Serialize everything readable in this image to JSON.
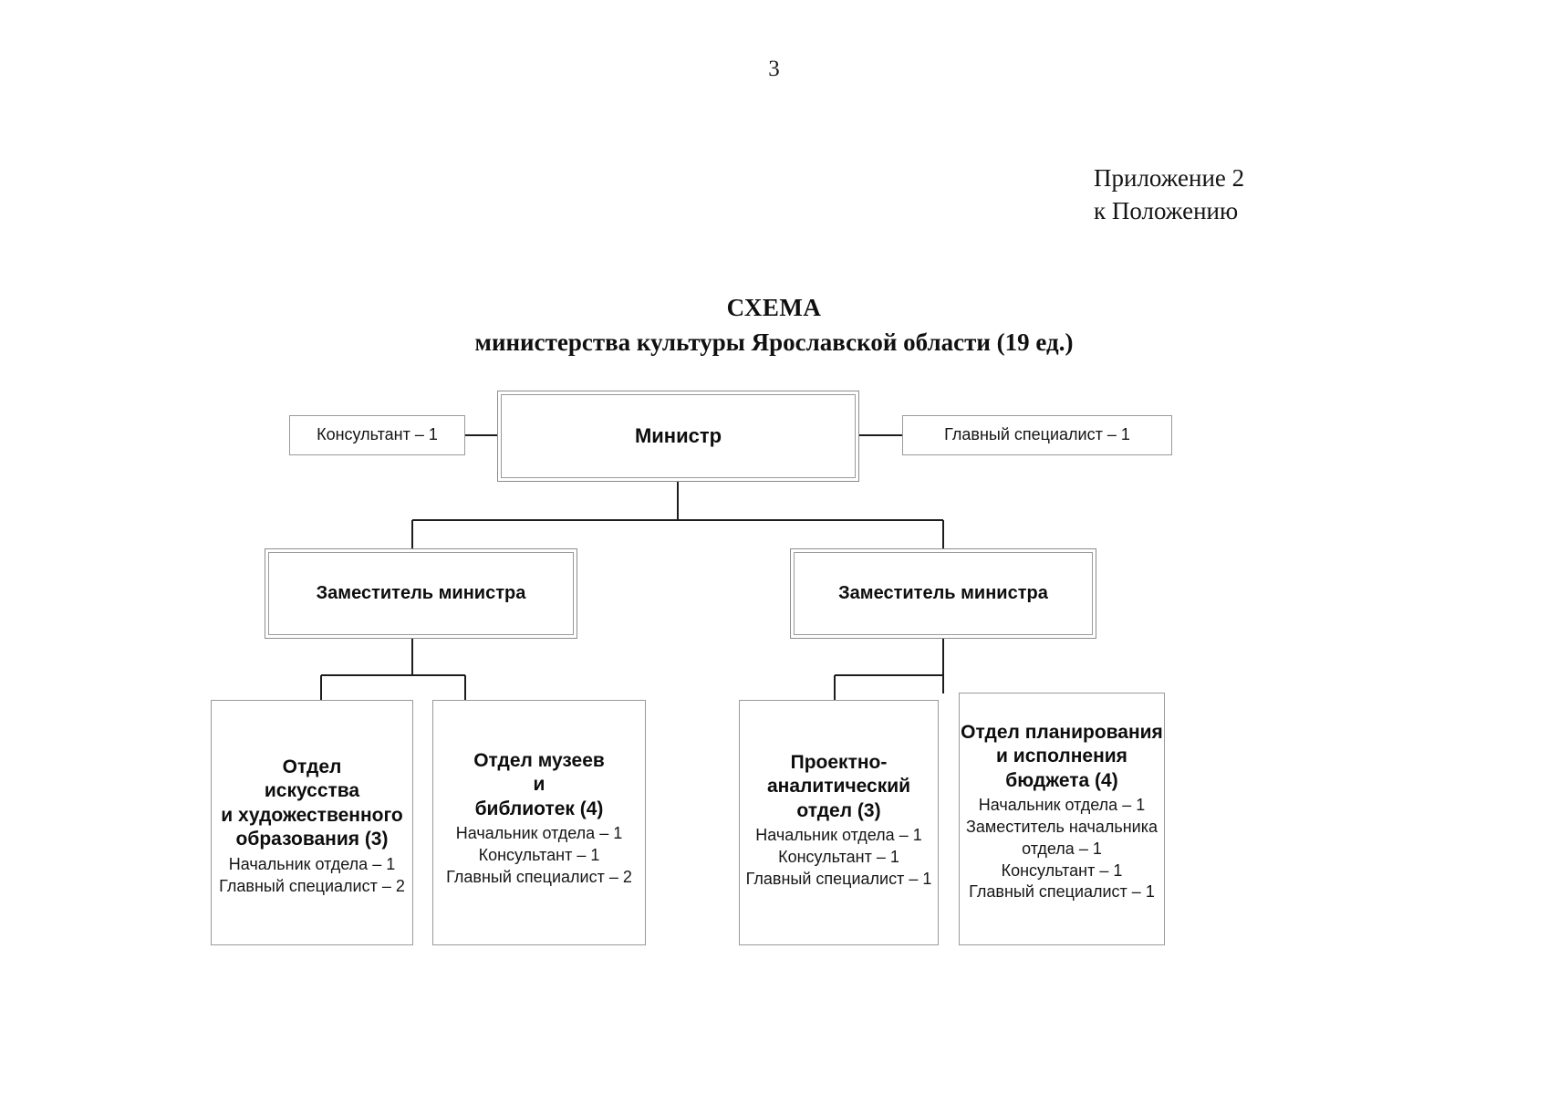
{
  "document": {
    "page_number": "3",
    "appendix_line1": "Приложение 2",
    "appendix_line2": "к Положению",
    "title": "СХЕМА",
    "subtitle": "министерства культуры Ярославской области (19 ед.)"
  },
  "chart_data": {
    "type": "diagram",
    "title": "СХЕМА",
    "subtitle": "министерства культуры Ярославской области (19 ед.)",
    "total_units": 19,
    "nodes": {
      "consultant_left": {
        "label": "Консультант – 1",
        "style": "single-border"
      },
      "minister": {
        "label": "Министр",
        "style": "double-border"
      },
      "chief_specialist_right": {
        "label": "Главный специалист – 1",
        "style": "single-border"
      },
      "deputy_left": {
        "label": "Заместитель министра",
        "style": "double-border"
      },
      "deputy_right": {
        "label": "Заместитель министра",
        "style": "double-border"
      },
      "dept_art": {
        "heading": "Отдел\nискусства\nи художественного\nобразования (3)",
        "staff": "Начальник отдела – 1\nГлавный специалист – 2",
        "units": 3
      },
      "dept_museums": {
        "heading": "Отдел музеев\nи\nбиблиотек (4)",
        "staff": "Начальник отдела – 1\nКонсультант – 1\nГлавный специалист – 2",
        "units": 4
      },
      "dept_project": {
        "heading": "Проектно-\nаналитический\nотдел (3)",
        "staff": "Начальник отдела – 1\nКонсультант – 1\nГлавный специалист – 1",
        "units": 3
      },
      "dept_budget": {
        "heading": "Отдел планирования\nи исполнения\nбюджета (4)",
        "staff": "Начальник отдела – 1\nЗаместитель начальника\nотдела – 1\nКонсультант – 1\nГлавный специалист – 1",
        "units": 4
      }
    },
    "edges": [
      {
        "from": "consultant_left",
        "to": "minister"
      },
      {
        "from": "minister",
        "to": "chief_specialist_right"
      },
      {
        "from": "minister",
        "to": "deputy_left"
      },
      {
        "from": "minister",
        "to": "deputy_right"
      },
      {
        "from": "deputy_left",
        "to": "dept_art"
      },
      {
        "from": "deputy_left",
        "to": "dept_museums"
      },
      {
        "from": "deputy_right",
        "to": "dept_project"
      },
      {
        "from": "deputy_right",
        "to": "dept_budget"
      }
    ]
  }
}
